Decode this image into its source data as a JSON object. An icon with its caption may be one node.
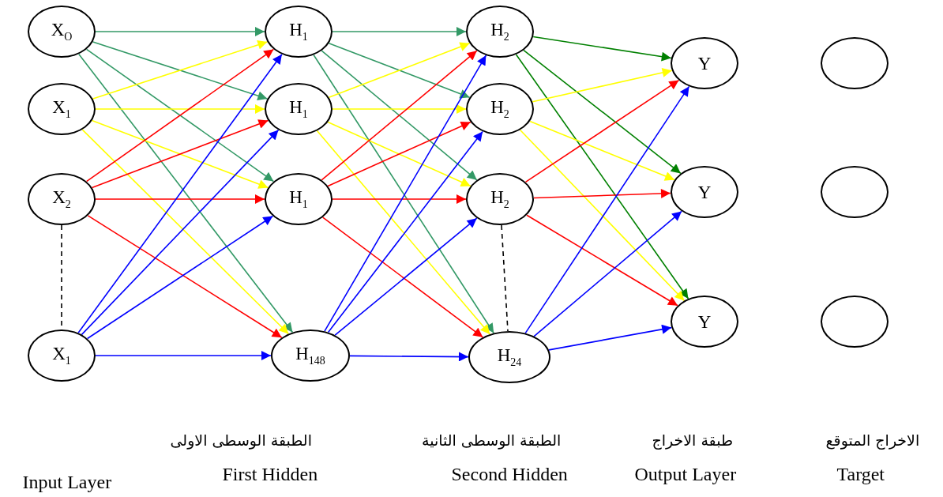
{
  "diagram": {
    "nodes": [
      {
        "text": [
          "X$_{O}$"
        ]
      },
      {
        "text": [
          "X$_{1}$"
        ]
      },
      {
        "text": [
          "X$_{2}$"
        ]
      },
      {
        "text": [
          "X$_{1}$"
        ]
      },
      {
        "text": [
          "H$_{1}$"
        ]
      },
      {
        "text": [
          "H$_{1}$"
        ]
      },
      {
        "text": [
          "H$_{1}$"
        ]
      },
      {
        "text": [
          "H$_{148}$"
        ]
      },
      {
        "text": [
          "H$_{2}$"
        ]
      },
      {
        "text": [
          "H$_{2}$"
        ]
      },
      {
        "text": [
          "H$_{2}$"
        ]
      },
      {
        "text": [
          "H$_{24}$"
        ]
      },
      {
        "text": [
          "Y"
        ]
      },
      {
        "text": [
          "Y"
        ]
      },
      {
        "text": [
          "Y"
        ]
      },
      {
        "text": [],
        "shape": "circle"
      },
      {
        "text": [],
        "shape": "circle"
      },
      {
        "text": [],
        "shape": "circle"
      }
    ],
    "edges": [
      {
        "from": 0,
        "to": 4,
        "arrow": "to",
        "color": "#339966"
      },
      {
        "from": 0,
        "to": 5,
        "arrow": "to",
        "color": "#339966"
      },
      {
        "from": 0,
        "to": 6,
        "arrow": "to",
        "color": "#339966"
      },
      {
        "from": 0,
        "to": 7,
        "arrow": "to",
        "color": "#339966"
      },
      {
        "from": 1,
        "to": 4,
        "arrow": "to",
        "color": "#ffff00"
      },
      {
        "from": 1,
        "to": 5,
        "arrow": "to",
        "color": "#ffff00"
      },
      {
        "from": 1,
        "to": 6,
        "arrow": "to",
        "color": "#ffff00"
      },
      {
        "from": 1,
        "to": 7,
        "arrow": "to",
        "color": "#ffff00"
      },
      {
        "from": 2,
        "to": 4,
        "arrow": "to",
        "color": "#ff0000"
      },
      {
        "from": 2,
        "to": 5,
        "arrow": "to",
        "color": "#ff0000"
      },
      {
        "from": 2,
        "to": 6,
        "arrow": "to",
        "color": "#ff0000"
      },
      {
        "from": 2,
        "to": 7,
        "arrow": "to",
        "color": "#ff0000"
      },
      {
        "from": 3,
        "to": 4,
        "arrow": "to",
        "color": "#0000ff"
      },
      {
        "from": 3,
        "to": 5,
        "arrow": "to",
        "color": "#0000ff"
      },
      {
        "from": 3,
        "to": 6,
        "arrow": "to",
        "color": "#0000ff"
      },
      {
        "from": 3,
        "to": 7,
        "arrow": "to",
        "color": "#0000ff"
      },
      {
        "from": 2,
        "to": 3,
        "arrow": "none",
        "style": "dashed",
        "color": "#000000"
      },
      {
        "from": 4,
        "to": 8,
        "arrow": "to",
        "color": "#339966"
      },
      {
        "from": 4,
        "to": 9,
        "arrow": "to",
        "color": "#339966"
      },
      {
        "from": 4,
        "to": 10,
        "arrow": "to",
        "color": "#339966"
      },
      {
        "from": 4,
        "to": 11,
        "arrow": "to",
        "color": "#339966"
      },
      {
        "from": 5,
        "to": 8,
        "arrow": "to",
        "color": "#ffff00"
      },
      {
        "from": 5,
        "to": 9,
        "arrow": "to",
        "color": "#ffff00"
      },
      {
        "from": 5,
        "to": 10,
        "arrow": "to",
        "color": "#ffff00"
      },
      {
        "from": 5,
        "to": 11,
        "arrow": "to",
        "color": "#ffff00"
      },
      {
        "from": 6,
        "to": 8,
        "arrow": "to",
        "color": "#ff0000"
      },
      {
        "from": 6,
        "to": 9,
        "arrow": "to",
        "color": "#ff0000"
      },
      {
        "from": 6,
        "to": 10,
        "arrow": "to",
        "color": "#ff0000"
      },
      {
        "from": 6,
        "to": 11,
        "arrow": "to",
        "color": "#ff0000"
      },
      {
        "from": 7,
        "to": 8,
        "arrow": "to",
        "color": "#0000ff"
      },
      {
        "from": 7,
        "to": 9,
        "arrow": "to",
        "color": "#0000ff"
      },
      {
        "from": 7,
        "to": 10,
        "arrow": "to",
        "color": "#0000ff"
      },
      {
        "from": 7,
        "to": 11,
        "arrow": "to",
        "color": "#0000ff"
      },
      {
        "from": 8,
        "to": 12,
        "arrow": "to",
        "color": "#008000"
      },
      {
        "from": 8,
        "to": 13,
        "arrow": "to",
        "color": "#008000"
      },
      {
        "from": 8,
        "to": 14,
        "arrow": "to",
        "color": "#008000"
      },
      {
        "from": 9,
        "to": 12,
        "arrow": "to",
        "color": "#ffff00"
      },
      {
        "from": 9,
        "to": 13,
        "arrow": "to",
        "color": "#ffff00"
      },
      {
        "from": 9,
        "to": 14,
        "arrow": "to",
        "color": "#ffff00"
      },
      {
        "from": 10,
        "to": 12,
        "arrow": "to",
        "color": "#ff0000"
      },
      {
        "from": 10,
        "to": 13,
        "arrow": "to",
        "color": "#ff0000"
      },
      {
        "from": 10,
        "to": 14,
        "arrow": "to",
        "color": "#ff0000"
      },
      {
        "from": 11,
        "to": 12,
        "arrow": "to",
        "color": "#0000ff"
      },
      {
        "from": 11,
        "to": 13,
        "arrow": "to",
        "color": "#0000ff"
      },
      {
        "from": 11,
        "to": 14,
        "arrow": "to",
        "color": "#0000ff"
      },
      {
        "from": 10,
        "to": 11,
        "arrow": "none",
        "style": "dashed",
        "color": "#000000"
      }
    ],
    "labels": [
      "الطبقة الوسطى الاولى",
      "الطبقة الوسطى الثانية",
      "طبقة الاخراج",
      "الاخراج المتوقع",
      "Input Layer",
      "First Hidden",
      "Second Hidden",
      "Output Layer",
      "Target"
    ]
  }
}
